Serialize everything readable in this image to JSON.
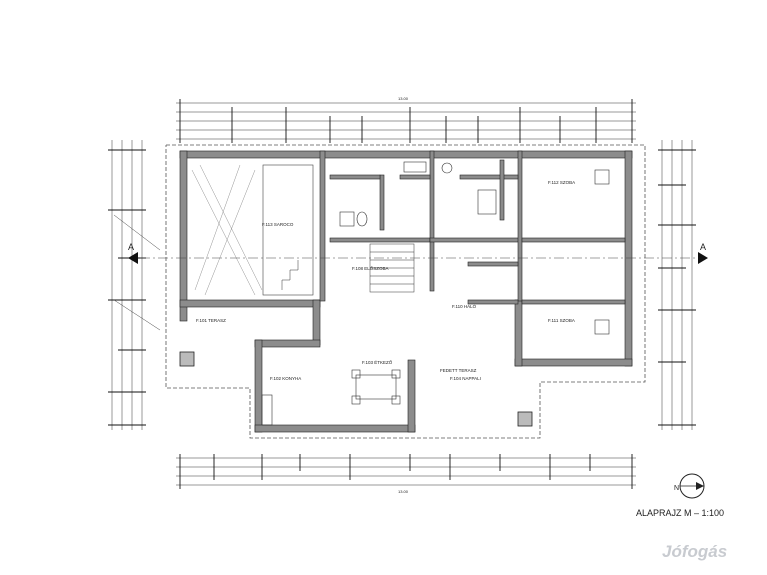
{
  "plan": {
    "title": "ALAPRAJZ M – 1:100",
    "north_letter": "N",
    "section_letter": "A",
    "total_dimension": "13.00",
    "watermark": "Jófogás"
  },
  "rooms": [
    {
      "label": "F.113 SAROCO"
    },
    {
      "label": "F.112 SZOBA"
    },
    {
      "label": "F.111 SZOBA"
    },
    {
      "label": "F.110 HÁLÓ"
    },
    {
      "label": "F.108 ELŐSZOBA"
    },
    {
      "label": "F.101 TERASZ"
    },
    {
      "label": "F.102 KONYHA"
    },
    {
      "label": "F.103 ÉTKEZŐ"
    },
    {
      "label": "F.104 NAPPALI"
    },
    {
      "label": "FEDETT TERASZ"
    }
  ]
}
